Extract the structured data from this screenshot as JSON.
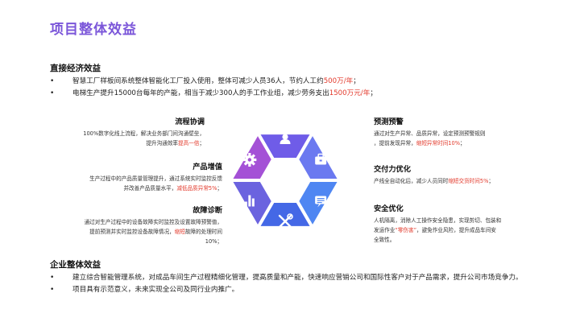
{
  "title": "项目整体效益",
  "direct": {
    "heading": "直接经济效益",
    "bullets": [
      {
        "pre": "智慧工厂样板间系统整体智能化工厂投入使用，整体可减少人员36人，节约人工约",
        "hl": "500万/年",
        "post": "；"
      },
      {
        "pre": "电梯生产提升15000台每年的产能，相当于减少300人的手工作业组，减少劳务支出",
        "hl": "1500万元/年",
        "post": "；"
      }
    ]
  },
  "left_items": [
    {
      "heading": "流程协调",
      "lines": [
        {
          "t": "100%数字化线上流程，解决业务部门间沟通壁垒，"
        },
        {
          "t": "提升沟通效率",
          "hl": "提高一倍",
          "post": "；"
        }
      ]
    },
    {
      "heading": "产品增值",
      "lines": [
        {
          "t": "生产过程中的产品质量管理提升，通过系统实时监控反馈"
        },
        {
          "t": "并改善产品质量水平，",
          "hl": "减低品质异常5%",
          "post": "；"
        }
      ]
    },
    {
      "heading": "故障诊断",
      "lines": [
        {
          "t": "通过对生产过程中的设备故障实时监控及设置故障预警值，"
        },
        {
          "t": "提前预测并实时监控设备故障情况，",
          "hl": "缩短",
          "post": "故障的处理时间"
        },
        {
          "t": "10%；"
        }
      ]
    }
  ],
  "right_items": [
    {
      "heading": "预测预警",
      "lines": [
        {
          "t": "通过对生产异常、品质异常，设定预测预警规则"
        },
        {
          "t": "，提前发现异常，",
          "hl": "缩短异常时间10%",
          "post": "；"
        }
      ]
    },
    {
      "heading": "交付力优化",
      "lines": [
        {
          "t": "产线全自动化后，减少人员同时",
          "hl": "缩短交货时间5%",
          "post": "；"
        }
      ]
    },
    {
      "heading": "安全优化",
      "lines": [
        {
          "t": "人机隔离，消除人工操作安全隐患，实现剪切、包装和"
        },
        {
          "t": "发运作业",
          "hl": "“零伤害”",
          "post": "，避免作业风险，提升成品车间安"
        },
        {
          "t": "全致性。"
        }
      ]
    }
  ],
  "enterprise": {
    "heading": "企业整体效益",
    "bullets": [
      "建立综合智能管理系统，对成品车间生产过程精细化管理，提高质量和产能，快速响应营销公司和国际性客户对于产品需求，提升公司市场竞争力。",
      "项目具有示范意义，未来实现全公司及同行业内推广。"
    ]
  },
  "hex": {
    "colors": [
      "#6f5ce8",
      "#6b79f0",
      "#4f86f2",
      "#4468e6",
      "#6b63df",
      "#a451d6"
    ],
    "icons": [
      "user-icon",
      "briefcase-icon",
      "chat-icon",
      "tools-icon",
      "bar-chart-icon",
      "gear-icon"
    ]
  }
}
